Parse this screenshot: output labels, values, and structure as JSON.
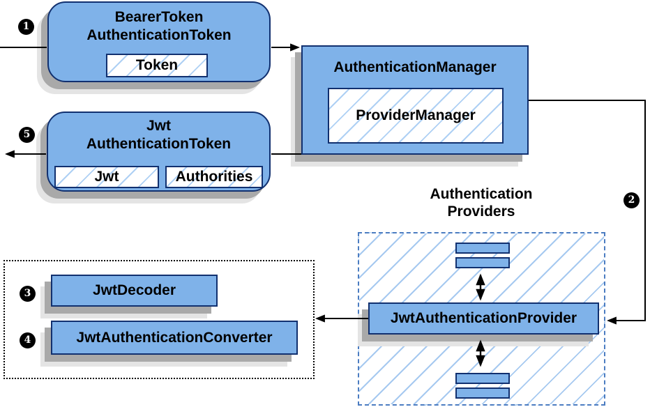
{
  "nodes": {
    "bearer_token": {
      "title_line1": "BearerToken",
      "title_line2": "AuthenticationToken",
      "chip": "Token"
    },
    "authentication_manager": {
      "title": "AuthenticationManager",
      "chip": "ProviderManager"
    },
    "jwt_authentication_token": {
      "title_line1": "Jwt",
      "title_line2": "AuthenticationToken",
      "chip_jwt": "Jwt",
      "chip_authorities": "Authorities"
    },
    "authentication_providers_group": {
      "label_line1": "Authentication",
      "label_line2": "Providers"
    },
    "jwt_authentication_provider": {
      "label": "JwtAuthenticationProvider"
    },
    "jwt_decoder": {
      "label": "JwtDecoder"
    },
    "jwt_authentication_converter": {
      "label": "JwtAuthenticationConverter"
    }
  },
  "step_badges": {
    "step_1": "1",
    "step_2": "2",
    "step_3": "3",
    "step_4": "4",
    "step_5": "5"
  },
  "colors": {
    "node_fill": "#7FB2E9",
    "node_border": "#11306F",
    "chip_hatch_line": "#AED0F4",
    "providers_dashed_border": "#4B7CC1",
    "dotted_group_border": "#000000",
    "connector": "#000000",
    "shadow_dark": "#A9A9A9",
    "shadow_light": "#E4E4E4",
    "background": "#FFFFFF"
  }
}
